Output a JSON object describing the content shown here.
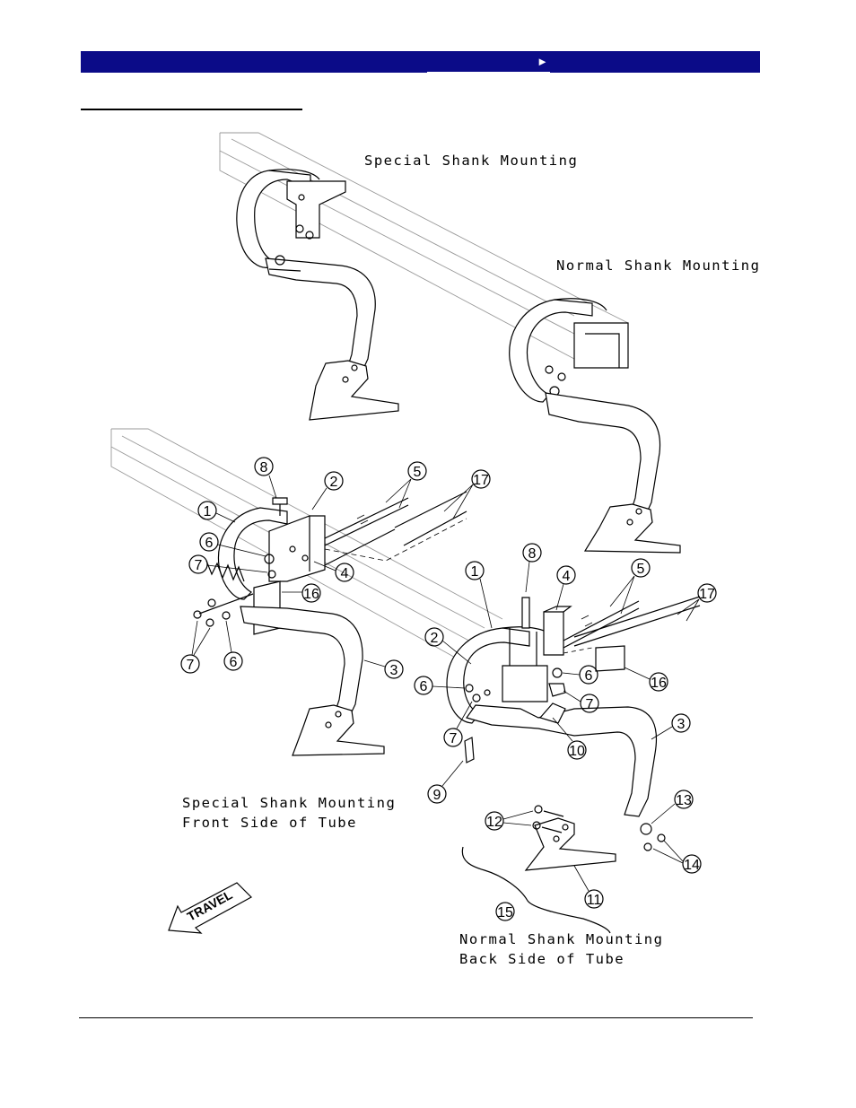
{
  "header": {
    "nav_arrow": "►"
  },
  "diagram": {
    "labels": {
      "top_special": "Special Shank Mounting",
      "top_normal": "Normal Shank Mounting",
      "front_line1": "Special Shank Mounting",
      "front_line2": "Front Side of Tube",
      "back_line1": "Normal Shank Mounting",
      "back_line2": "Back Side of Tube",
      "travel": "TRAVEL"
    },
    "callouts": {
      "left": [
        "8",
        "2",
        "1",
        "5",
        "17",
        "6",
        "7",
        "4",
        "16",
        "7",
        "6",
        "3"
      ],
      "right": [
        "8",
        "1",
        "4",
        "5",
        "17",
        "2",
        "6",
        "16",
        "6",
        "7",
        "7",
        "10",
        "3",
        "9",
        "13",
        "12",
        "14",
        "11",
        "15"
      ]
    }
  },
  "colors": {
    "header_bar": "#0b0b88",
    "header_text": "#ffffff",
    "line": "#000000"
  }
}
